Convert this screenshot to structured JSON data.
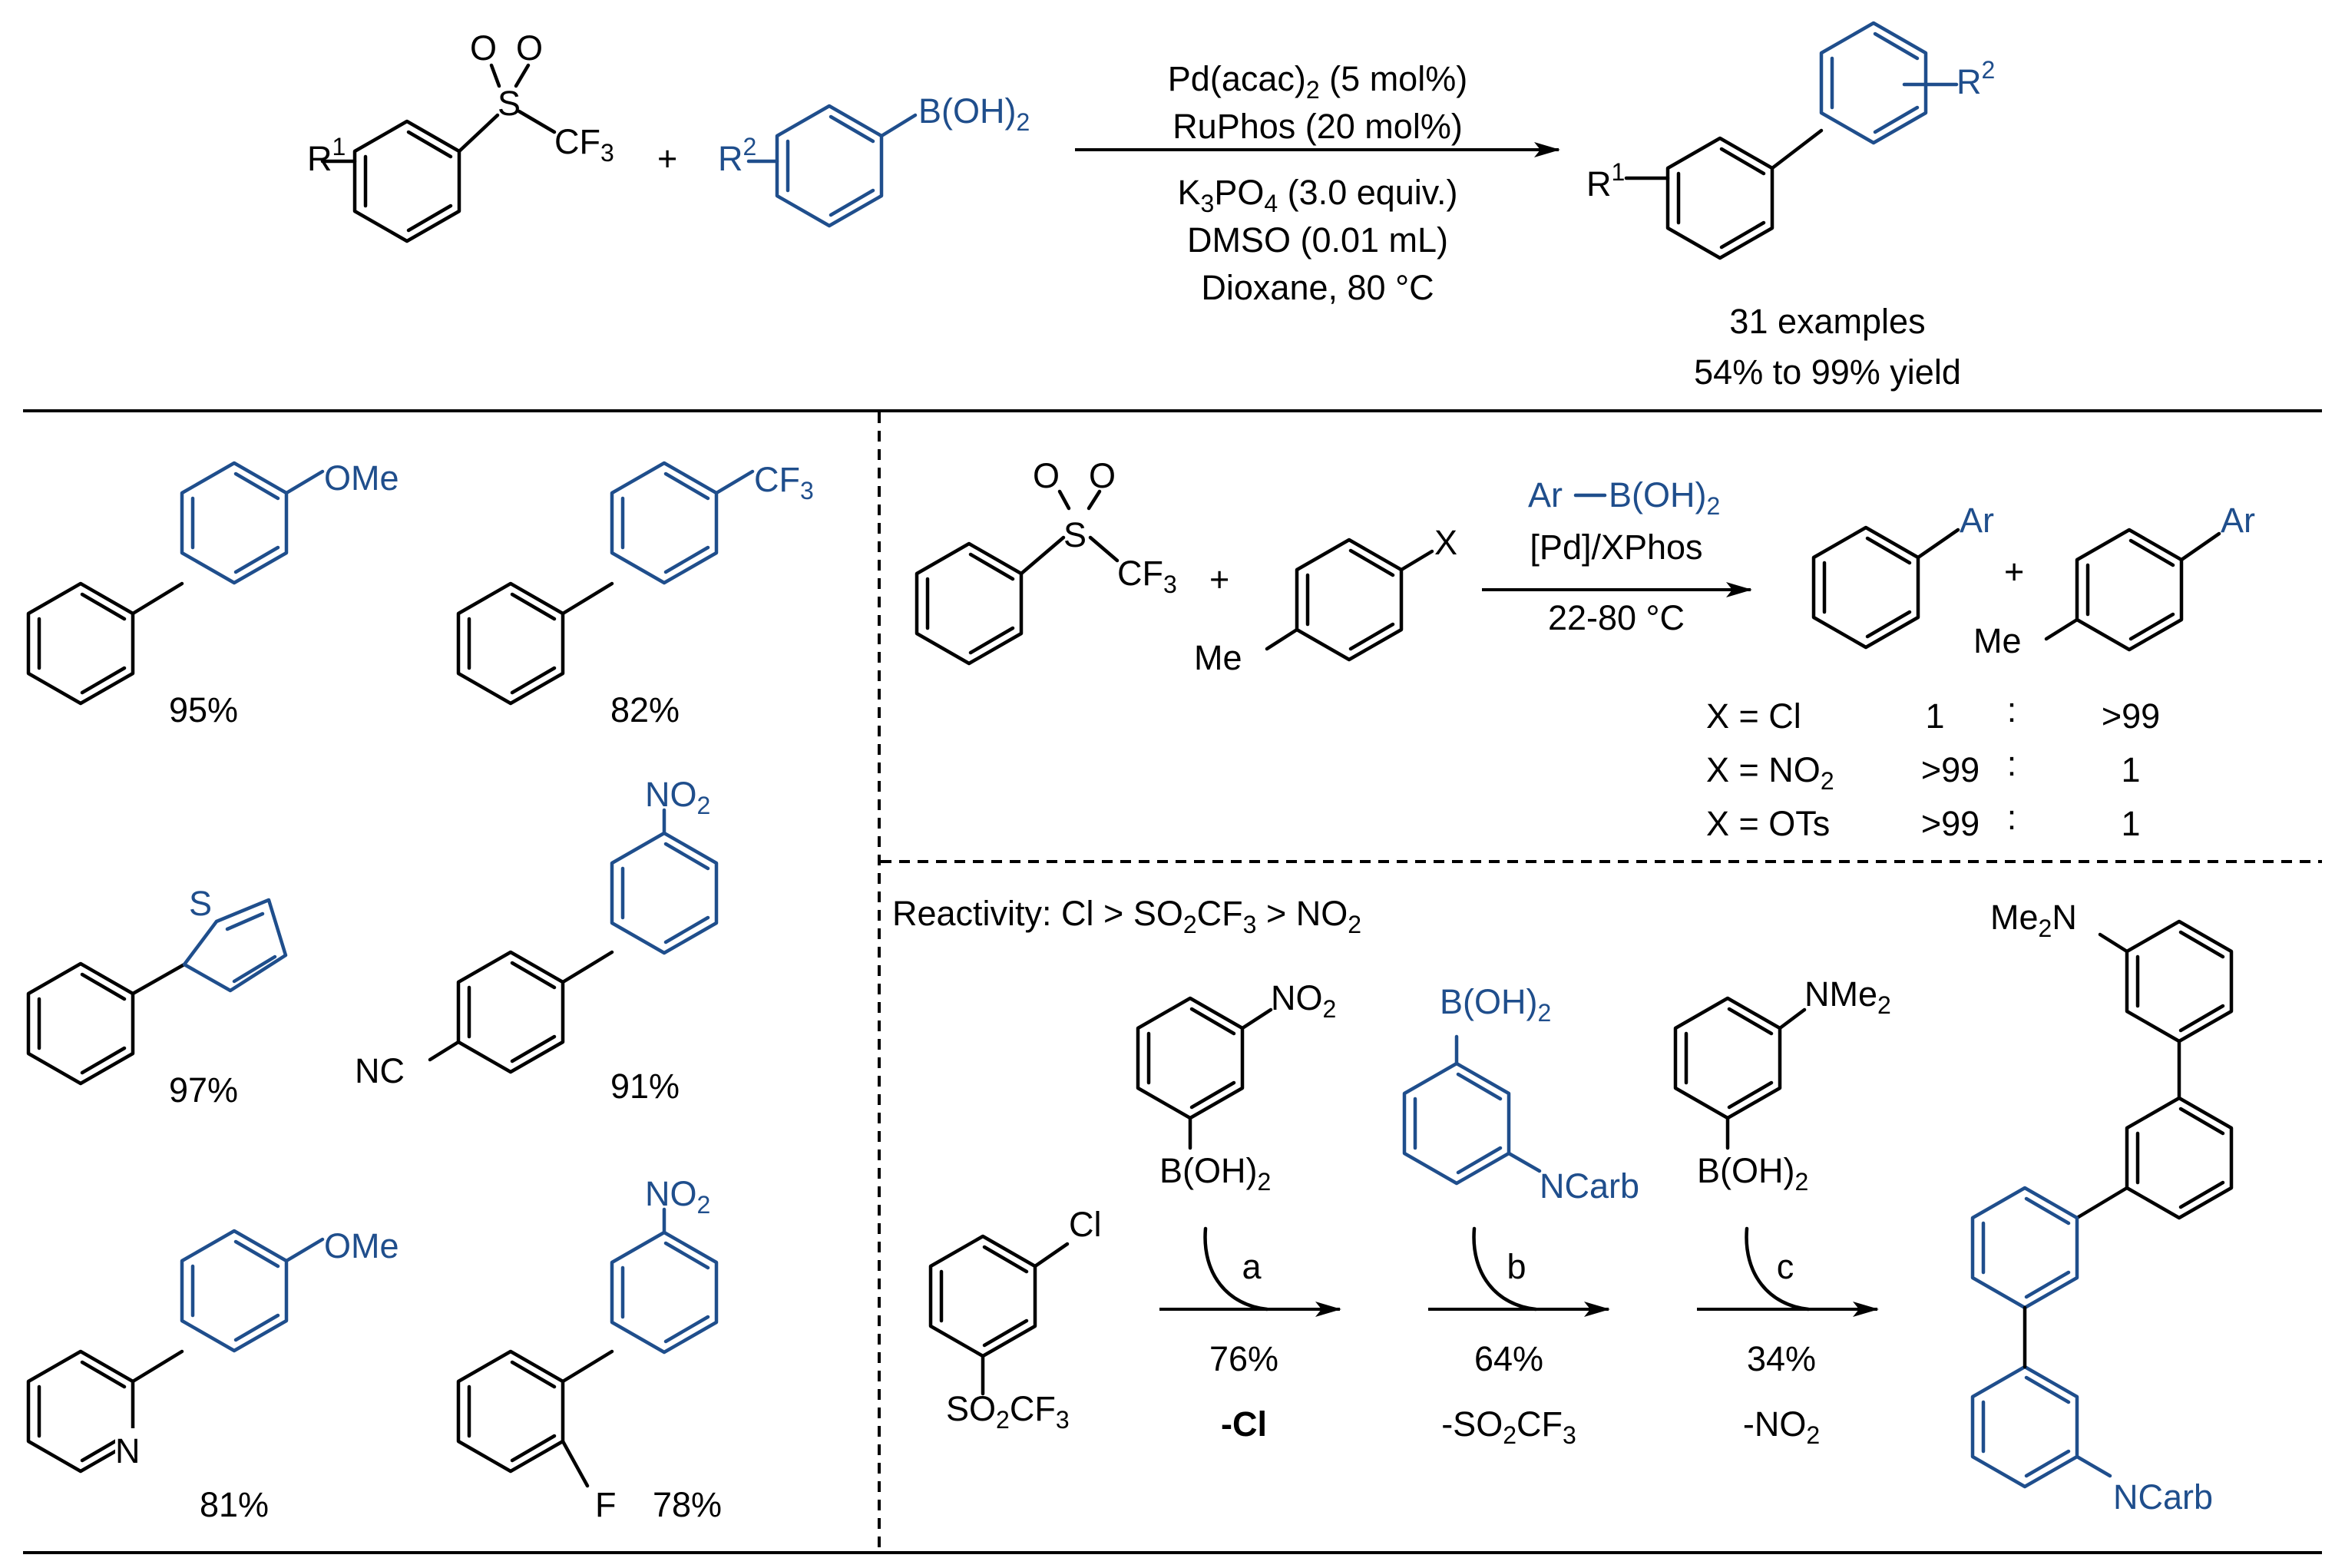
{
  "scheme": {
    "header": {
      "reactant1": {
        "substituent": "R",
        "substituent_sup": "1",
        "sulfonyl_o1": "O",
        "sulfonyl_o2": "O",
        "sulfur": "S",
        "cf3": "CF",
        "cf3_sub": "3"
      },
      "plus": "+",
      "reactant2": {
        "substituent": "R",
        "substituent_sup": "2",
        "boron": "B(OH)",
        "boron_sub": "2"
      },
      "conditions": {
        "catalyst": "Pd(acac)",
        "catalyst_sub": "2",
        "catalyst_load": " (5 mol%)",
        "ligand": "RuPhos (20 mol%)",
        "base": "K",
        "base_sub": "3",
        "base_rest": "PO",
        "base_sub2": "4",
        "base_equiv": " (3.0 equiv.)",
        "additive": "DMSO (0.01 mL)",
        "solvent": "Dioxane, 80 °C"
      },
      "product": {
        "r1": "R",
        "r1_sup": "1",
        "r2": "R",
        "r2_sup": "2"
      },
      "summary": {
        "examples": "31 examples",
        "yield_range": "54% to 99% yield"
      }
    },
    "examples": [
      {
        "substituent": "OMe",
        "yield": "95%"
      },
      {
        "substituent": "CF",
        "substituent_sub": "3",
        "yield": "82%"
      },
      {
        "heteroatom": "S",
        "yield": "97%"
      },
      {
        "substituent": "NO",
        "substituent_sub": "2",
        "nitrile": "NC",
        "yield": "91%"
      },
      {
        "substituent": "OMe",
        "heteroatom": "N",
        "yield": "81%"
      },
      {
        "substituent": "NO",
        "substituent_sub": "2",
        "halogen": "F",
        "yield": "78%"
      }
    ],
    "competition": {
      "reactant1": {
        "o1": "O",
        "o2": "O",
        "sulfur": "S",
        "cf3": "CF",
        "cf3_sub": "3"
      },
      "plus": "+",
      "reactant2": {
        "leaving_group": "X",
        "methyl": "Me"
      },
      "reagent_ar": "Ar",
      "reagent_b": "B(OH)",
      "reagent_b_sub": "2",
      "catalyst": "[Pd]/XPhos",
      "temperature": "22-80 °C",
      "product1": {
        "aryl": "Ar"
      },
      "plus2": "+",
      "product2": {
        "aryl": "Ar",
        "methyl": "Me"
      },
      "results": [
        {
          "label": "X = Cl",
          "sub": "",
          "ratio_a": "1",
          "colon": ":",
          "ratio_b": ">99"
        },
        {
          "label": "X = NO",
          "sub": "2",
          "ratio_a": ">99",
          "colon": ":",
          "ratio_b": "1"
        },
        {
          "label": "X = OTs",
          "sub": "",
          "ratio_a": ">99",
          "colon": ":",
          "ratio_b": "1"
        }
      ]
    },
    "sequential": {
      "reactivity_prefix": "Reactivity: Cl > SO",
      "reactivity_sub1": "2",
      "reactivity_mid": "CF",
      "reactivity_sub2": "3",
      "reactivity_suffix": " > NO",
      "reactivity_sub3": "2",
      "start": {
        "cl": "Cl",
        "so2": "SO",
        "so2_sub": "2",
        "cf3": "CF",
        "cf3_sub": "3"
      },
      "reagent_a": {
        "top": "NO",
        "top_sub": "2",
        "bottom": "B(OH)",
        "bottom_sub": "2"
      },
      "reagent_b": {
        "top": "B(OH)",
        "top_sub": "2",
        "bottom": "NCarb"
      },
      "reagent_c": {
        "top": "NMe",
        "top_sub": "2",
        "bottom": "B(OH)",
        "bottom_sub": "2"
      },
      "steps": [
        {
          "letter": "a",
          "yield": "76%",
          "leaving": "-Cl",
          "leaving_sub": "",
          "leaving_rest": ""
        },
        {
          "letter": "b",
          "yield": "64%",
          "leaving": "-SO",
          "leaving_sub": "2",
          "leaving_rest": "CF",
          "leaving_sub2": "3"
        },
        {
          "letter": "c",
          "yield": "34%",
          "leaving": "-NO",
          "leaving_sub": "2",
          "leaving_rest": ""
        }
      ],
      "product": {
        "top": "Me",
        "top_sub": "2",
        "top_rest": "N",
        "bottom": "NCarb"
      }
    }
  }
}
